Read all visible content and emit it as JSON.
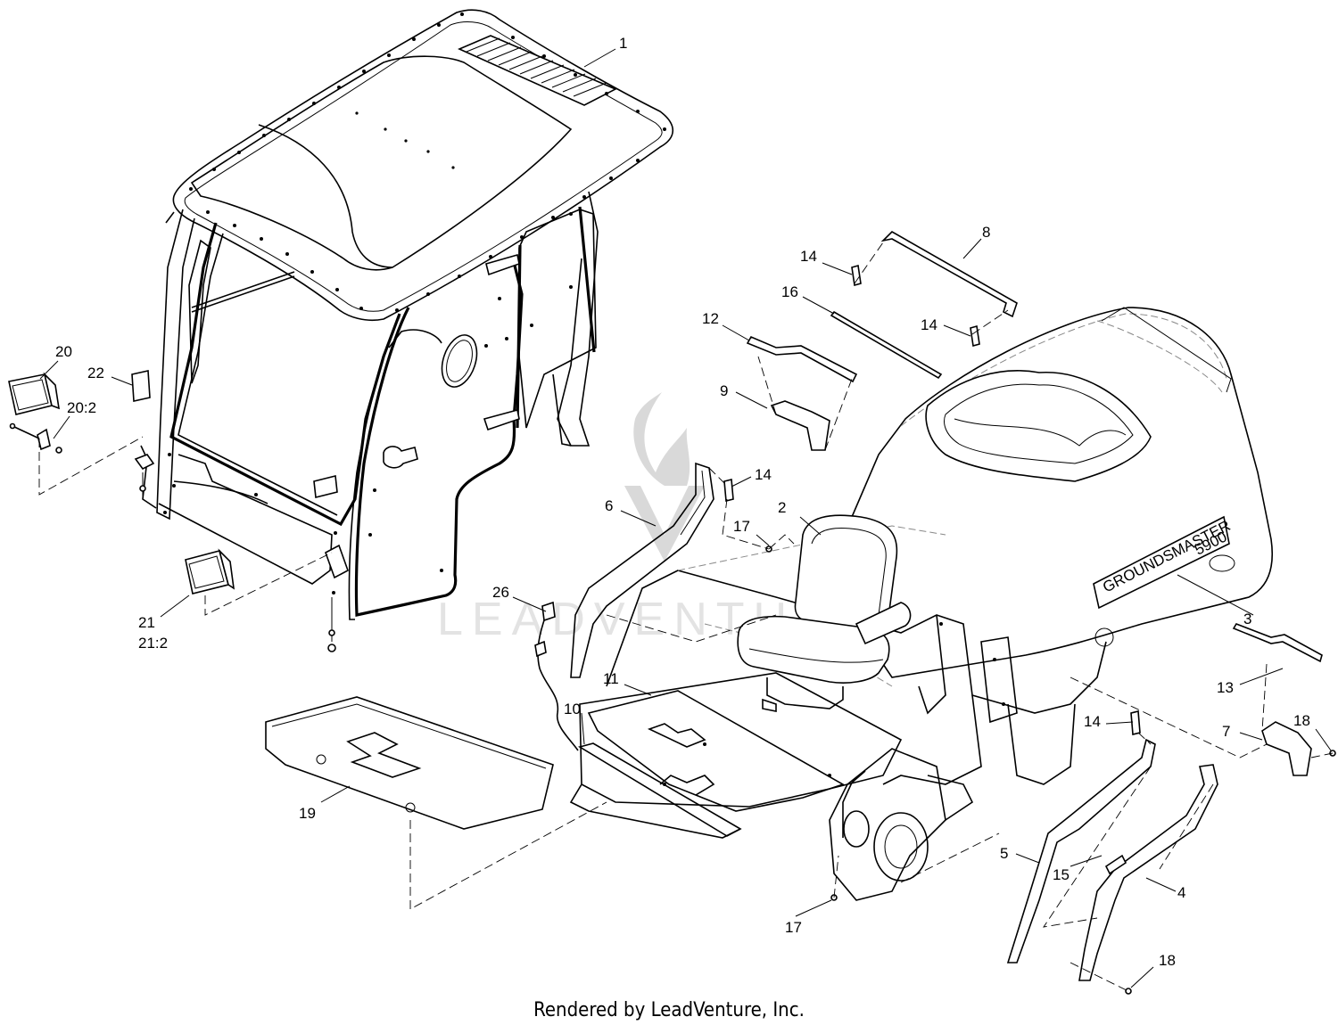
{
  "callouts": [
    {
      "id": "c1",
      "label": "1"
    },
    {
      "id": "c2",
      "label": "2"
    },
    {
      "id": "c3",
      "label": "3"
    },
    {
      "id": "c4",
      "label": "4"
    },
    {
      "id": "c5",
      "label": "5"
    },
    {
      "id": "c6",
      "label": "6"
    },
    {
      "id": "c7",
      "label": "7"
    },
    {
      "id": "c8",
      "label": "8"
    },
    {
      "id": "c9",
      "label": "9"
    },
    {
      "id": "c10",
      "label": "10"
    },
    {
      "id": "c11",
      "label": "11"
    },
    {
      "id": "c12",
      "label": "12"
    },
    {
      "id": "c13",
      "label": "13"
    },
    {
      "id": "c14a",
      "label": "14"
    },
    {
      "id": "c14b",
      "label": "14"
    },
    {
      "id": "c14c",
      "label": "14"
    },
    {
      "id": "c14d",
      "label": "14"
    },
    {
      "id": "c15",
      "label": "15"
    },
    {
      "id": "c16",
      "label": "16"
    },
    {
      "id": "c17a",
      "label": "17"
    },
    {
      "id": "c17b",
      "label": "17"
    },
    {
      "id": "c18a",
      "label": "18"
    },
    {
      "id": "c18b",
      "label": "18"
    },
    {
      "id": "c19",
      "label": "19"
    },
    {
      "id": "c20",
      "label": "20"
    },
    {
      "id": "c20_2",
      "label": "20:2"
    },
    {
      "id": "c21",
      "label": "21"
    },
    {
      "id": "c21_2",
      "label": "21:2"
    },
    {
      "id": "c22",
      "label": "22"
    },
    {
      "id": "c26",
      "label": "26"
    }
  ],
  "decal_text": "GROUNDSMASTER",
  "decal_model": "5900",
  "watermark_text": "LEADVENTURE",
  "footer": "Rendered by LeadVenture, Inc."
}
